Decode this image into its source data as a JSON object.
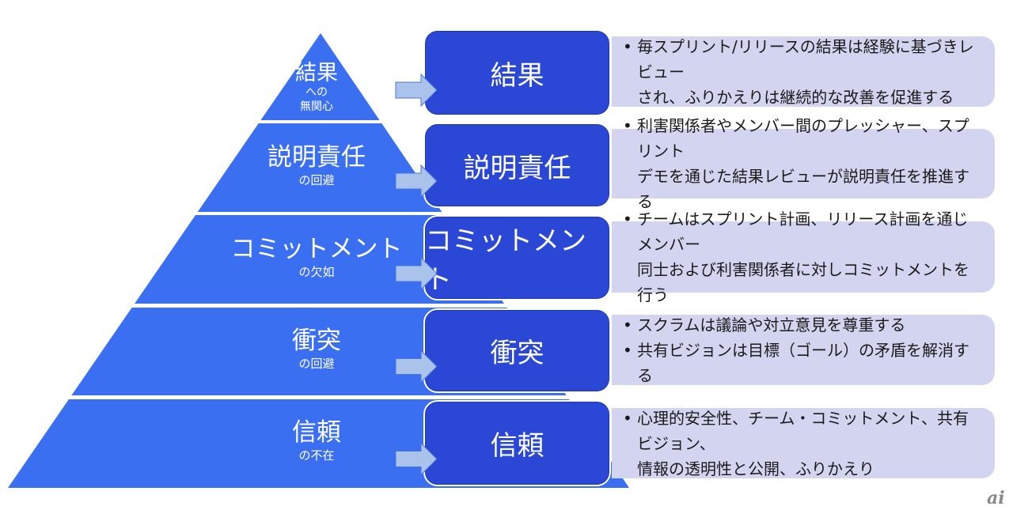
{
  "colors": {
    "pyramid": "#3b6ff2",
    "card": "#2a47d5",
    "desc_bg": "#d3d4ef",
    "arrow": "#a9c3ea"
  },
  "tiers": [
    {
      "pyramid_main": "結果",
      "pyramid_sub_lines": [
        "への",
        "無関心"
      ],
      "card_label": "結果",
      "desc_items": [
        {
          "lines": [
            "毎スプリント/リリースの結果は経験に基づきレビュー",
            "され、ふりかえりは継続的な改善を促進する"
          ]
        }
      ]
    },
    {
      "pyramid_main": "説明責任",
      "pyramid_sub_lines": [
        "の回避"
      ],
      "card_label": "説明責任",
      "desc_items": [
        {
          "lines": [
            "利害関係者やメンバー間のプレッシャー、スプリント",
            "デモを通じた結果レビューが説明責任を推進する"
          ]
        }
      ]
    },
    {
      "pyramid_main": "コミットメント",
      "pyramid_sub_lines": [
        "の欠如"
      ],
      "card_label": "コミットメント",
      "desc_items": [
        {
          "lines": [
            "チームはスプリント計画、リリース計画を通じメンバー",
            "同士および利害関係者に対しコミットメントを行う"
          ]
        }
      ]
    },
    {
      "pyramid_main": "衝突",
      "pyramid_sub_lines": [
        "の回避"
      ],
      "card_label": "衝突",
      "desc_items": [
        {
          "lines": [
            "スクラムは議論や対立意見を尊重する"
          ]
        },
        {
          "lines": [
            "共有ビジョンは目標（ゴール）の矛盾を解消する"
          ]
        }
      ]
    },
    {
      "pyramid_main": "信頼",
      "pyramid_sub_lines": [
        "の不在"
      ],
      "card_label": "信頼",
      "desc_items": [
        {
          "lines": [
            "心理的安全性、チーム・コミットメント、共有ビジョン、",
            "情報の透明性と公開、ふりかえり"
          ]
        }
      ]
    }
  ],
  "bullet_glyph": "•",
  "logo_text": "ai"
}
